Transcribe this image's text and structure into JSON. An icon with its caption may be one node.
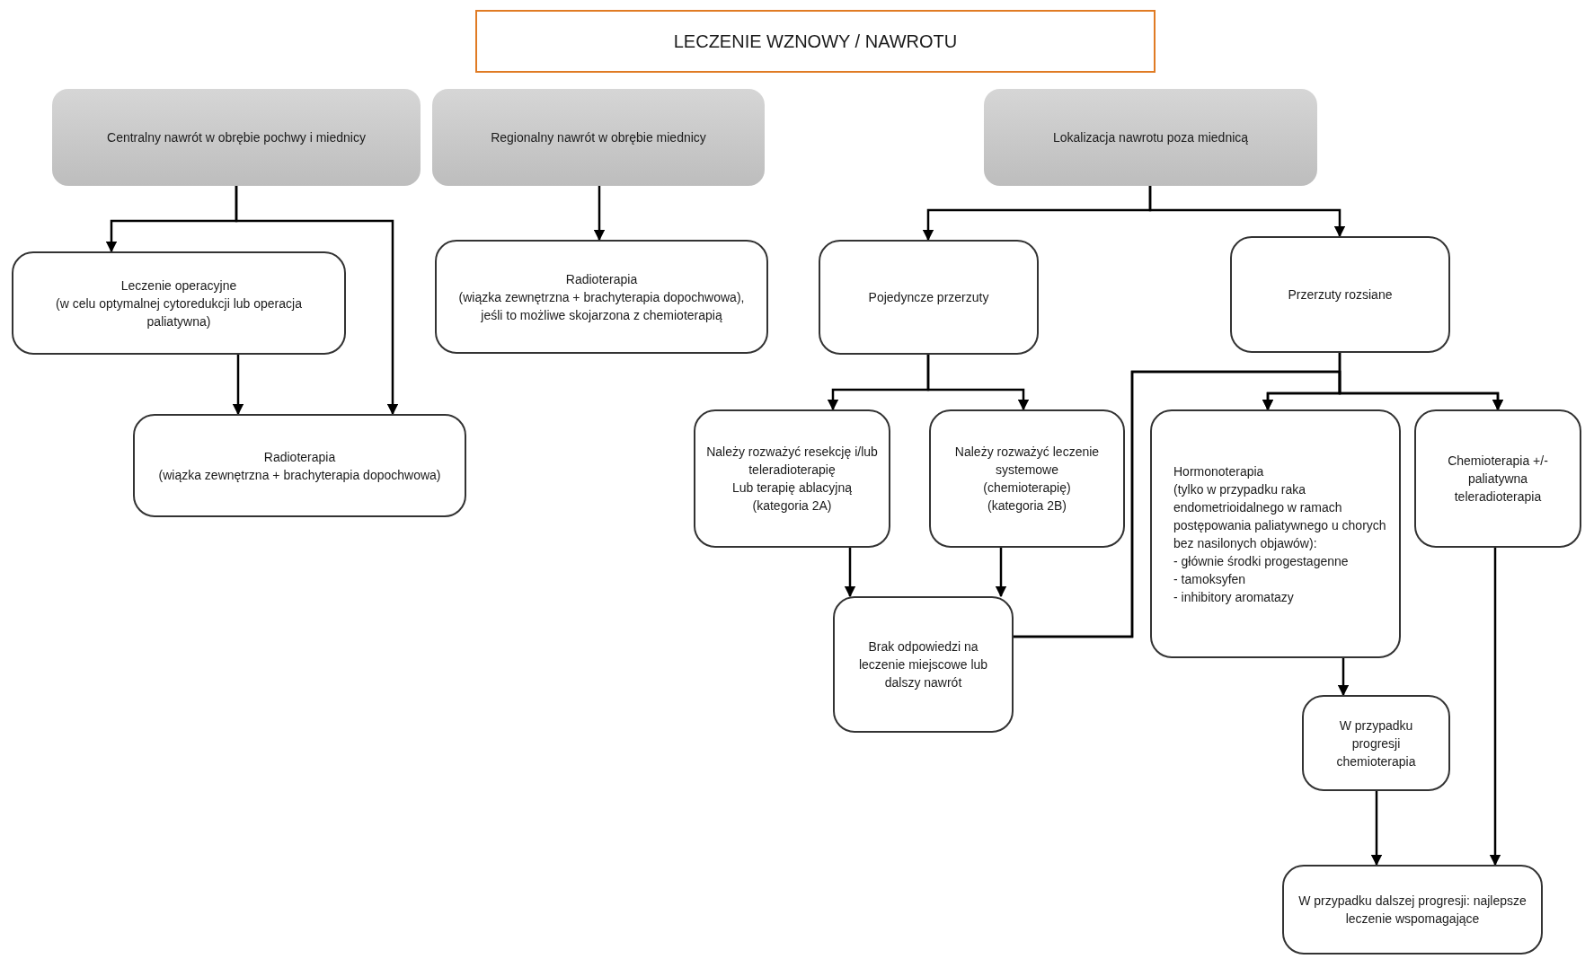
{
  "diagram": {
    "title": "LECZENIE WZNOWY / NAWROTU",
    "nodes": [
      {
        "text": [
          "Centralny nawrót w obrębie pochwy i miednicy"
        ]
      },
      {
        "text": [
          "Regionalny nawrót w obrębie miednicy"
        ]
      },
      {
        "text": [
          "Lokalizacja nawrotu poza miednicą"
        ]
      },
      {
        "text": [
          "Leczenie operacyjne",
          "(w celu optymalnej cytoredukcji lub operacja paliatywna)"
        ]
      },
      {
        "text": [
          "Radioterapia",
          "(wiązka zewnętrzna + brachyterapia dopochwowa)"
        ]
      },
      {
        "text": [
          "Radioterapia",
          "(wiązka zewnętrzna + brachyterapia dopochwowa), jeśli to możliwe skojarzona z chemioterapią"
        ]
      },
      {
        "text": [
          "Pojedyncze przerzuty"
        ]
      },
      {
        "text": [
          "Przerzuty rozsiane"
        ]
      },
      {
        "text": [
          "Należy rozważyć resekcję i/lub teleradioterapię",
          "Lub terapię ablacyjną",
          "(kategoria 2A)"
        ]
      },
      {
        "text": [
          "Należy rozważyć leczenie systemowe",
          "(chemioterapię)",
          "(kategoria 2B)"
        ]
      },
      {
        "text": [
          "Brak odpowiedzi na leczenie miejscowe lub dalszy nawrót"
        ]
      },
      {
        "text": [
          "Hormonoterapia",
          "(tylko w przypadku raka endometrioidalnego w ramach postępowania paliatywnego u chorych bez nasilonych objawów):",
          "- głównie środki progestagenne",
          "- tamoksyfen",
          "- inhibitory aromatazy"
        ]
      },
      {
        "text": [
          "Chemioterapia +/- paliatywna teleradioterapia"
        ]
      },
      {
        "text": [
          "W przypadku progresji chemioterapia"
        ]
      },
      {
        "text": [
          "W przypadku dalszej progresji: najlepsze leczenie wspomagające"
        ]
      }
    ],
    "edges": [
      {
        "from": 0,
        "to": 3,
        "arrow": "to"
      },
      {
        "from": 0,
        "to": 4,
        "arrow": "to"
      },
      {
        "from": 3,
        "to": 4,
        "arrow": "to"
      },
      {
        "from": 1,
        "to": 5,
        "arrow": "to"
      },
      {
        "from": 2,
        "to": 6,
        "arrow": "to"
      },
      {
        "from": 2,
        "to": 7,
        "arrow": "to"
      },
      {
        "from": 6,
        "to": 8,
        "arrow": "to"
      },
      {
        "from": 6,
        "to": 9,
        "arrow": "to"
      },
      {
        "from": 8,
        "to": 10,
        "arrow": "to"
      },
      {
        "from": 9,
        "to": 10,
        "arrow": "to"
      },
      {
        "from": 10,
        "to": 11,
        "arrow": "to"
      },
      {
        "from": 10,
        "to": 12,
        "arrow": "to"
      },
      {
        "from": 7,
        "to": 11,
        "arrow": "to"
      },
      {
        "from": 7,
        "to": 12,
        "arrow": "to"
      },
      {
        "from": 11,
        "to": 13,
        "arrow": "to"
      },
      {
        "from": 13,
        "to": 14,
        "arrow": "to"
      },
      {
        "from": 12,
        "to": 14,
        "arrow": "to"
      }
    ]
  }
}
